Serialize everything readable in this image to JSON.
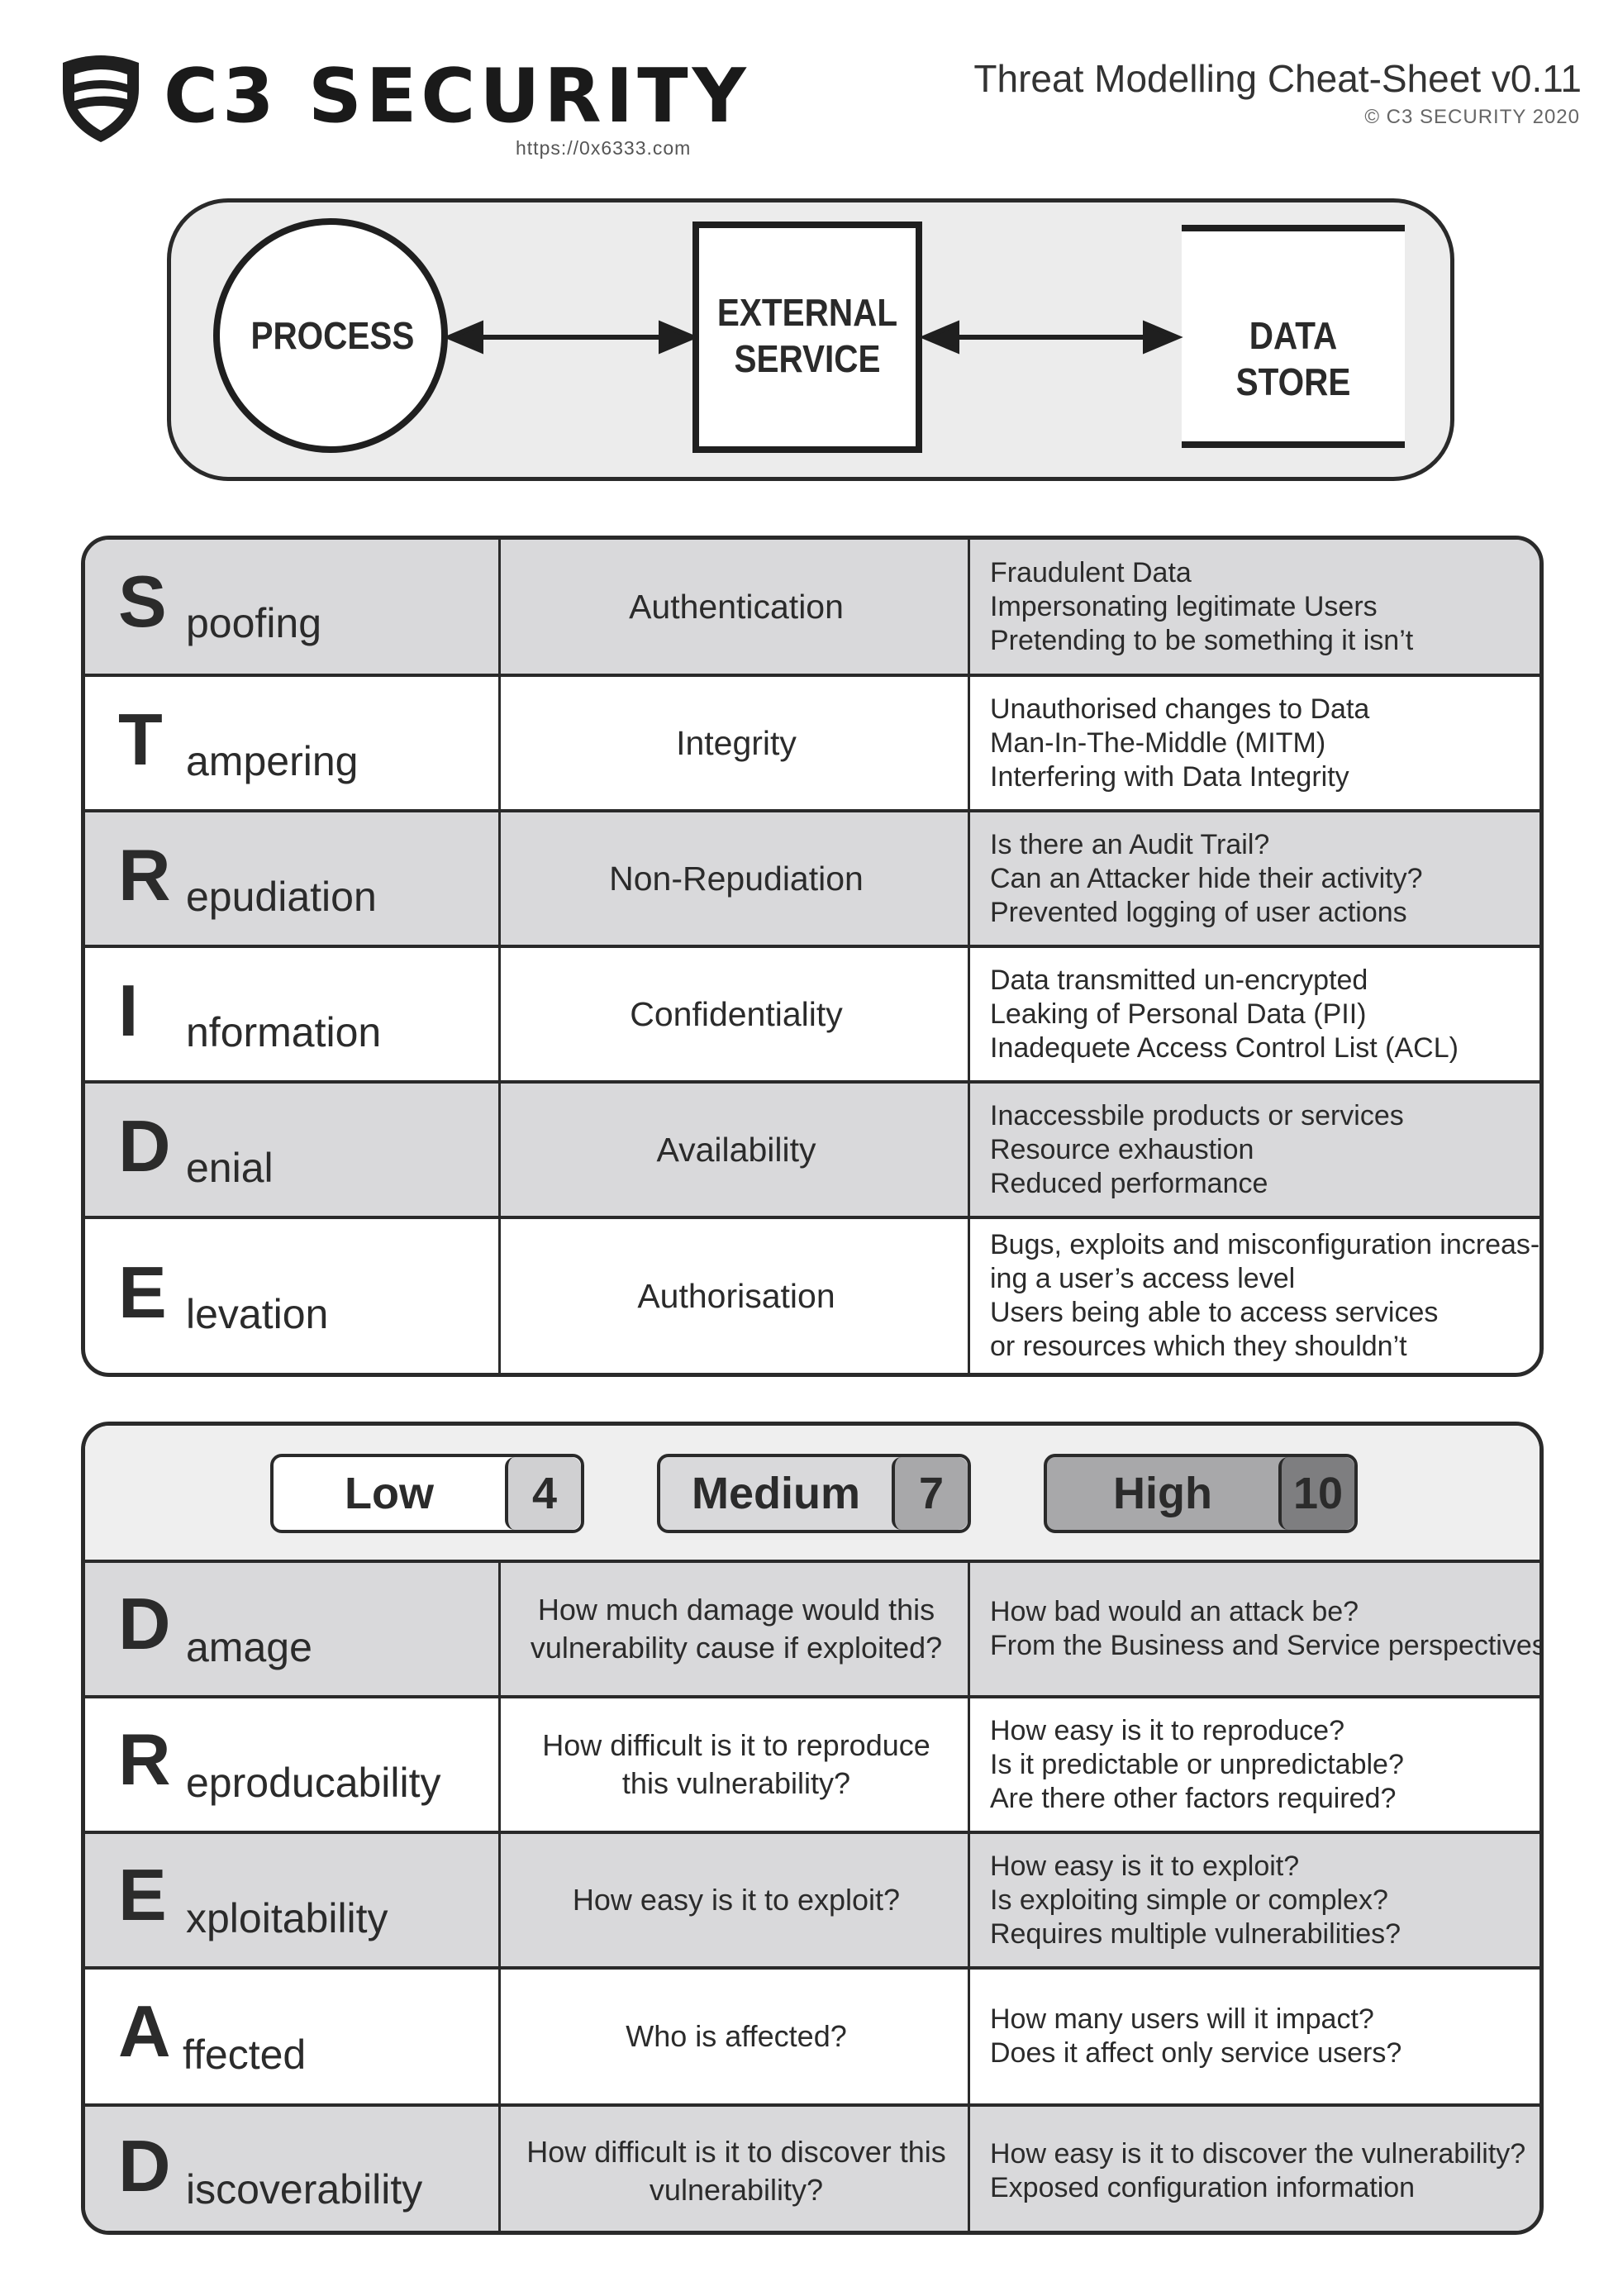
{
  "header": {
    "brand": "C3 SECURITY",
    "url": "https://0x6333.com",
    "title": "Threat Modelling Cheat-Sheet v0.11",
    "copyright": "© C3 SECURITY 2020",
    "logo_icon": "shield-logo-icon"
  },
  "dfd": {
    "process": "PROCESS",
    "external_service": [
      "EXTERNAL",
      "SERVICE"
    ],
    "data_store": "DATA STORE",
    "arrow_icon": "bidirectional-arrow-icon"
  },
  "stride": {
    "rows": [
      {
        "letter": "S",
        "word": "poofing",
        "property": "Authentication",
        "threats": [
          "Fraudulent Data",
          "Impersonating legitimate Users",
          "Pretending to be something it isn’t"
        ]
      },
      {
        "letter": "T",
        "word": "ampering",
        "property": "Integrity",
        "threats": [
          "Unauthorised changes to Data",
          "Man-In-The-Middle (MITM)",
          "Interfering with Data Integrity"
        ]
      },
      {
        "letter": "R",
        "word": "epudiation",
        "property": "Non-Repudiation",
        "threats": [
          "Is there an Audit Trail?",
          "Can an Attacker hide their activity?",
          "Prevented logging of user actions"
        ]
      },
      {
        "letter": "I",
        "word": "nformation",
        "property": "Confidentiality",
        "threats": [
          "Data transmitted un-encrypted",
          "Leaking of Personal Data (PII)",
          "Inadequete Access Control List (ACL)"
        ]
      },
      {
        "letter": "D",
        "word": "enial",
        "property": "Availability",
        "threats": [
          "Inaccessbile products or services",
          "Resource exhaustion",
          "Reduced performance"
        ]
      },
      {
        "letter": "E",
        "word": "levation",
        "property": "Authorisation",
        "threats": [
          "Bugs, exploits and misconfiguration increas-",
          "ing a user’s access level",
          "Users being able to access services",
          "or resources which they shouldn’t"
        ]
      }
    ]
  },
  "severity": {
    "levels": [
      {
        "label": "Low",
        "score": "4",
        "color": "#ffffff",
        "score_color": "#d0d0d2"
      },
      {
        "label": "Medium",
        "score": "7",
        "color": "#d9d9db",
        "score_color": "#a8a8aa"
      },
      {
        "label": "High",
        "score": "10",
        "color": "#a8a8aa",
        "score_color": "#7e7e80"
      }
    ]
  },
  "dread": {
    "rows": [
      {
        "letter": "D",
        "word": "amage",
        "question": [
          "How much damage would this",
          "vulnerability cause if exploited?"
        ],
        "notes": [
          "How bad would an attack be?",
          "From the Business and Service perspectives"
        ]
      },
      {
        "letter": "R",
        "word": "eproducability",
        "question": [
          "How difficult is it to reproduce",
          "this vulnerability?"
        ],
        "notes": [
          "How easy is it to reproduce?",
          "Is it predictable or unpredictable?",
          "Are there other factors required?"
        ]
      },
      {
        "letter": "E",
        "word": "xploitability",
        "question": [
          "How easy is it to exploit?"
        ],
        "notes": [
          "How easy is it to exploit?",
          "Is exploiting simple or complex?",
          "Requires multiple vulnerabilities?"
        ]
      },
      {
        "letter": "A",
        "word": "ffected",
        "question": [
          "Who is affected?"
        ],
        "notes": [
          "How many users will it impact?",
          "Does it affect only service users?"
        ]
      },
      {
        "letter": "D",
        "word": "iscoverability",
        "question": [
          "How difficult is it to discover this",
          "vulnerability?"
        ],
        "notes": [
          "How easy is it to discover the vulnerability?",
          "Exposed configuration information"
        ]
      }
    ]
  }
}
